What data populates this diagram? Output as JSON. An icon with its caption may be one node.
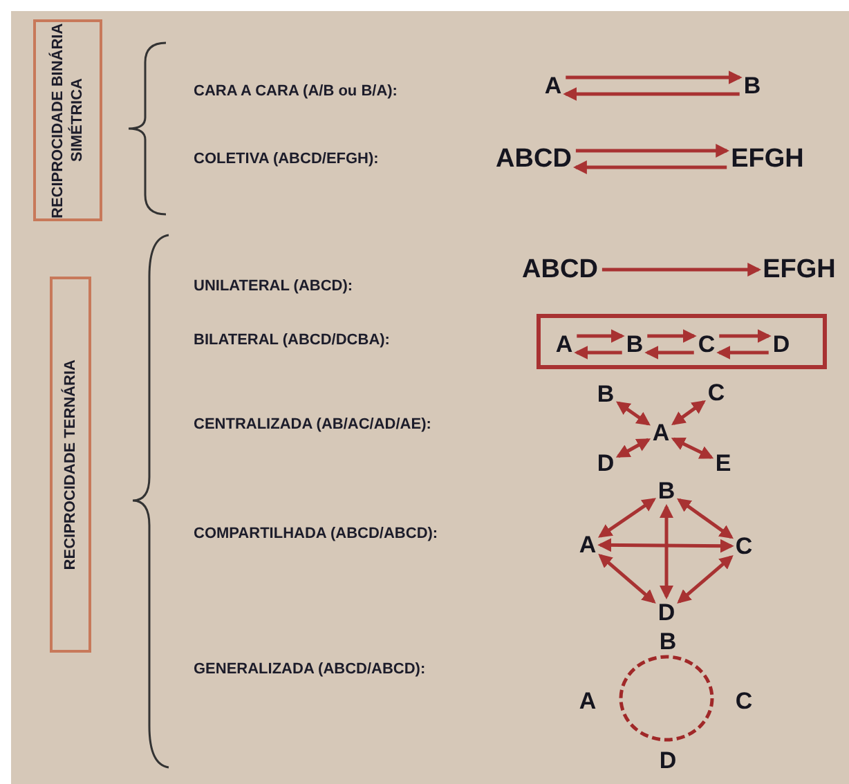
{
  "diagram": {
    "nodes": [
      {
        "text": [
          "RECIPROCIDADE BINÁRIA SIMÉTRICA"
        ]
      },
      {
        "text": [
          "RECIPROCIDADE TERNÁRIA"
        ]
      },
      {
        "text": [
          "A"
        ]
      },
      {
        "text": [
          "B"
        ]
      },
      {
        "text": [
          "ABCD"
        ]
      },
      {
        "text": [
          "EFGH"
        ]
      },
      {
        "text": [
          "ABCD"
        ]
      },
      {
        "text": [
          "EFGH"
        ]
      },
      {
        "text": [],
        "shape": "box"
      },
      {
        "text": [
          "A"
        ],
        "in": 8
      },
      {
        "text": [
          "B"
        ],
        "in": 8
      },
      {
        "text": [
          "C"
        ],
        "in": 8
      },
      {
        "text": [
          "D"
        ],
        "in": 8
      },
      {
        "text": [
          "B"
        ]
      },
      {
        "text": [
          "C"
        ]
      },
      {
        "text": [
          "A"
        ]
      },
      {
        "text": [
          "D"
        ]
      },
      {
        "text": [
          "E"
        ]
      },
      {
        "text": [
          "B"
        ]
      },
      {
        "text": [
          "A"
        ]
      },
      {
        "text": [
          "C"
        ]
      },
      {
        "text": [
          "D"
        ]
      },
      {
        "text": [
          "B"
        ]
      },
      {
        "text": [
          "A"
        ]
      },
      {
        "text": [],
        "shape": "circle"
      },
      {
        "text": [
          "C"
        ]
      },
      {
        "text": [
          "D"
        ]
      }
    ],
    "edges": [
      {
        "from": 2,
        "to": 3,
        "arrow": "to"
      },
      {
        "from": 3,
        "to": 2,
        "arrow": "to"
      },
      {
        "from": 4,
        "to": 5,
        "arrow": "to"
      },
      {
        "from": 5,
        "to": 4,
        "arrow": "to"
      },
      {
        "from": 6,
        "to": 7,
        "arrow": "to"
      },
      {
        "from": 9,
        "to": 10,
        "arrow": "to"
      },
      {
        "from": 10,
        "to": 9,
        "arrow": "to"
      },
      {
        "from": 10,
        "to": 11,
        "arrow": "to"
      },
      {
        "from": 11,
        "to": 10,
        "arrow": "to"
      },
      {
        "from": 11,
        "to": 12,
        "arrow": "to"
      },
      {
        "from": 12,
        "to": 11,
        "arrow": "to"
      },
      {
        "from": 15,
        "to": 13,
        "arrow": "both"
      },
      {
        "from": 15,
        "to": 14,
        "arrow": "both"
      },
      {
        "from": 15,
        "to": 16,
        "arrow": "both"
      },
      {
        "from": 15,
        "to": 17,
        "arrow": "both"
      },
      {
        "from": 19,
        "to": 18,
        "arrow": "both"
      },
      {
        "from": 18,
        "to": 20,
        "arrow": "both"
      },
      {
        "from": 19,
        "to": 20,
        "arrow": "both"
      },
      {
        "from": 18,
        "to": 21,
        "arrow": "both"
      },
      {
        "from": 19,
        "to": 21,
        "arrow": "both"
      },
      {
        "from": 20,
        "to": 21,
        "arrow": "both"
      }
    ],
    "labels": [
      "CARA A CARA (A/B ou B/A):",
      "COLETIVA (ABCD/EFGH):",
      "UNILATERAL (ABCD):",
      "BILATERAL (ABCD/DCBA):",
      "CENTRALIZADA (AB/AC/AD/AE):",
      "COMPARTILHADA (ABCD/ABCD):",
      "GENERALIZADA (ABCD/ABCD):"
    ]
  }
}
